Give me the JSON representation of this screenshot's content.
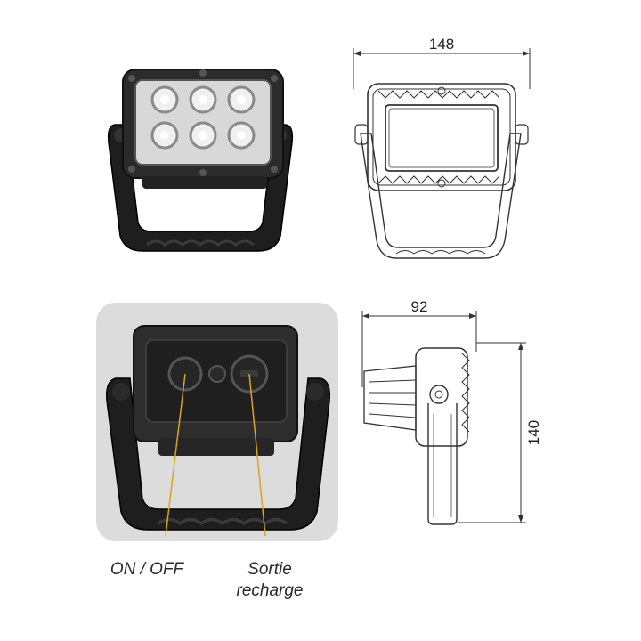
{
  "dimensions": {
    "width": "148",
    "depth": "92",
    "height": "140"
  },
  "callouts": {
    "on_off": "ON / OFF",
    "recharge_line1": "Sortie",
    "recharge_line2": "recharge"
  },
  "colors": {
    "callout_line": "#d9a520",
    "lamp_body": "#2b2b2b",
    "photo_background": "#dcdcdc",
    "drawing_line": "#333333"
  }
}
